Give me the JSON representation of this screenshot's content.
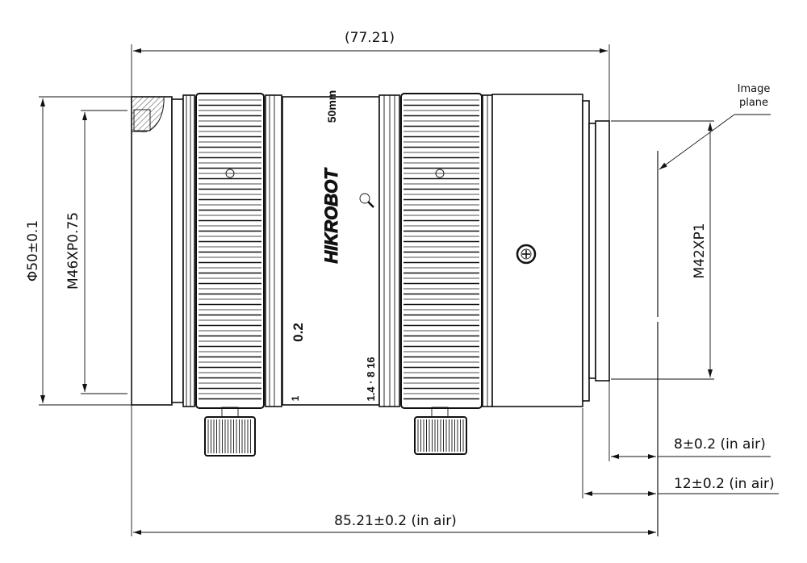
{
  "drawing": {
    "overall_length_ref": "(77.21)",
    "outer_diameter": "Φ50±0.1",
    "filter_thread": "M46XP0.75",
    "mount_thread": "M42XP1",
    "image_plane_label": [
      "Image",
      "plane"
    ],
    "flange_distance_8": "8±0.2 (in air)",
    "flange_distance_12": "12±0.2 (in air)",
    "total_length": "85.21±0.2 (in air)"
  },
  "lens_markings": {
    "brand": "HIKROBOT",
    "focal_length": "50mm",
    "distance_mark": "0.2",
    "aperture_scale": "1.4 · 8 16",
    "index_mark": "1",
    "icon": "magnifier-icon"
  }
}
